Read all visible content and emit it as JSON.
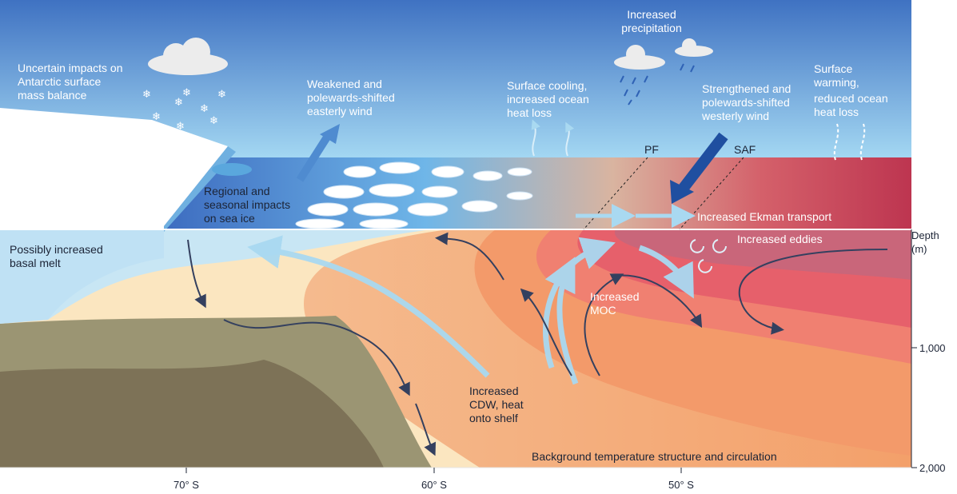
{
  "labels": {
    "antarctic": [
      "Uncertain impacts on",
      "Antarctic surface",
      "mass balance"
    ],
    "easterly": [
      "Weakened and",
      "polewards-shifted",
      "easterly wind"
    ],
    "cooling": [
      "Surface cooling,",
      "increased ocean",
      "heat loss"
    ],
    "precip": [
      "Increased",
      "precipitation"
    ],
    "westerly": [
      "Strengthened and",
      "polewards-shifted",
      "westerly wind"
    ],
    "warming": [
      "Surface",
      "warming,",
      "reduced ocean",
      "heat loss"
    ],
    "seaice": [
      "Regional and",
      "seasonal impacts",
      "on sea ice"
    ],
    "basal": [
      "Possibly increased",
      "basal melt"
    ],
    "pf": "PF",
    "saf": "SAF",
    "ekman": "Increased Ekman transport",
    "eddies": "Increased eddies",
    "moc": [
      "Increased",
      "MOC"
    ],
    "cdw": [
      "Increased",
      "CDW, heat",
      "onto shelf"
    ],
    "background": "Background temperature structure and circulation"
  },
  "axes": {
    "depth_title": [
      "Depth",
      "(m)"
    ],
    "depth_ticks": [
      "1,000",
      "2,000"
    ],
    "latitude_ticks": [
      "70° S",
      "60° S",
      "50° S"
    ]
  },
  "colors": {
    "sky_top": "#3f72c2",
    "sky_bottom": "#a3d7f2",
    "warm_water": "#f4a36c",
    "ice": "#ffffff",
    "arrow_dark": "#34405f",
    "arrow_light": "#a9d9f1"
  }
}
